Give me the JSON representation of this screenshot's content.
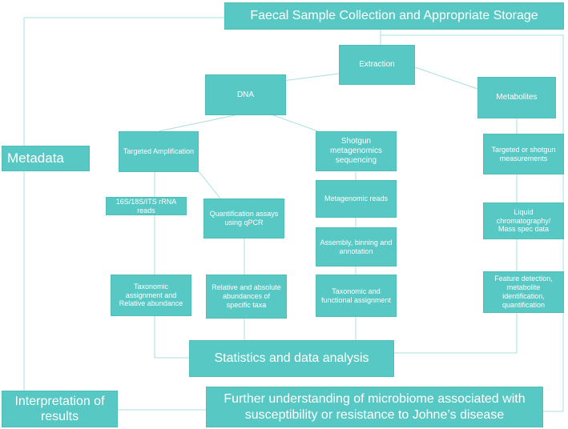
{
  "colors": {
    "box": "#58c8c4",
    "text": "#ffffff",
    "connector": "#a8e0dc"
  },
  "nodes": {
    "faecal": "Faecal Sample Collection and Appropriate Storage",
    "extraction": "Extraction",
    "dna": "DNA",
    "metabolites": "Metabolites",
    "metadata": "Metadata",
    "targeted_amp": "Targeted Amplification",
    "shotgun_seq": "Shotgun metagenomics sequencing",
    "targeted_shotgun_meas": "Targeted or shotgun measurements",
    "rrna_reads": "16S/18S/ITS rRNA reads",
    "qpcr": "Quantification assays using qPCR",
    "meta_reads": "Metagenomic reads",
    "assembly": "Assembly, binning and annotation",
    "lcms": "Liquid chromatography/ Mass spec data",
    "tax_rel": "Taxonomic assignment and Relative abundance",
    "rel_abs": "Relative and absolute abundances of specific taxa",
    "tax_func": "Taxonomic and functional assignment",
    "feature": "Feature detection, metabolite identification, quantification",
    "stats": "Statistics and data analysis",
    "interpretation": "Interpretation of results",
    "further": "Further understanding of microbiome associated with susceptibility or resistance to Johne’s disease"
  }
}
